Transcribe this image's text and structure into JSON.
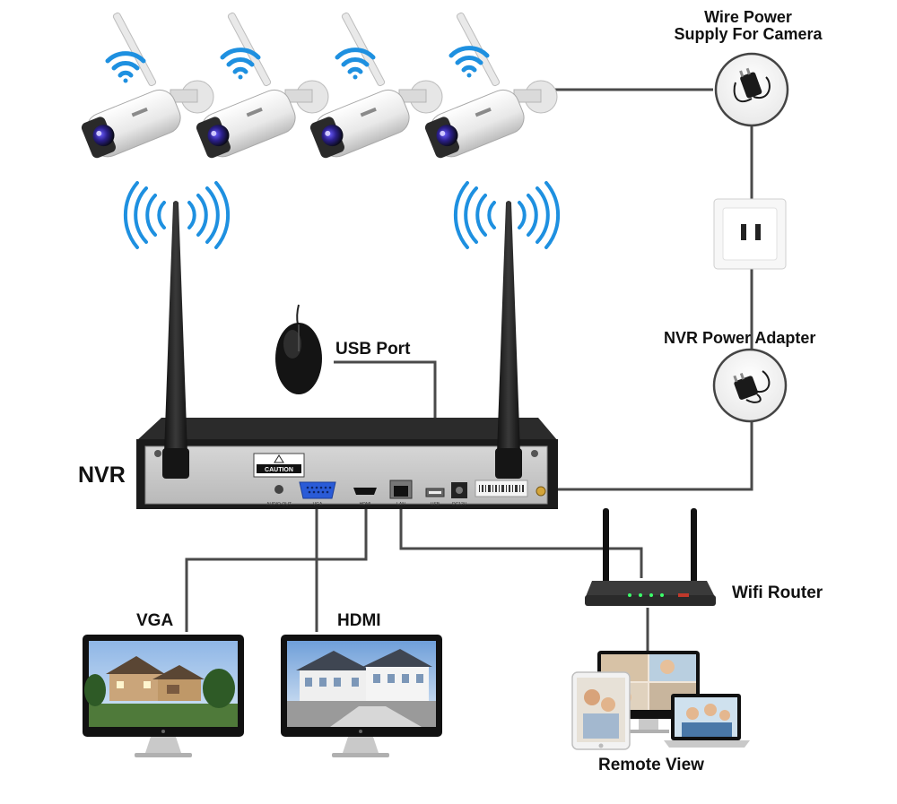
{
  "labels": {
    "wire_power": "Wire Power\nSupply For Camera",
    "usb_port": "USB Port",
    "nvr_power_adapter": "NVR Power Adapter",
    "nvr": "NVR",
    "wifi_router": "Wifi Router",
    "vga": "VGA",
    "hdmi": "HDMI",
    "remote_view": "Remote View"
  },
  "nvr_panel": {
    "caution": "CAUTION",
    "audio_out": "AUDIO OUT",
    "vga_port": "VGA",
    "hdmi_port": "HDMI",
    "lan_port": "LAN",
    "usb_port": "USB",
    "dc_port": "DC12V"
  },
  "colors": {
    "wire": "#4a4a4a",
    "wifi_signal": "#1e90e0",
    "nvr_body": "#1b1b1b",
    "nvr_panel": "#c9c9c9",
    "vga_port": "#2a5bd7"
  },
  "icons": [
    "wifi-icon",
    "camera-icon",
    "antenna-icon",
    "mouse-icon",
    "power-adapter-icon",
    "wall-outlet-icon",
    "router-icon",
    "monitor-icon",
    "laptop-icon",
    "tablet-icon"
  ]
}
